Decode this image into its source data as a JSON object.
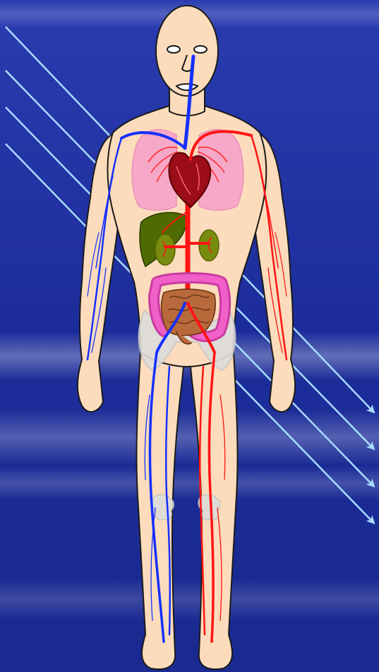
{
  "colors": {
    "background": "#1c2c9a",
    "background_light": "#3a4fc0",
    "skin": "#fcdcbc",
    "outline": "#1a1a1a",
    "vein": "#1530ff",
    "artery": "#ff1414",
    "lung": "#f7a8c8",
    "heart": "#9b0d18",
    "liver": "#4f6a00",
    "kidney": "#7a8c10",
    "colon": "#f060c8",
    "intestine": "#b86a3c",
    "bone": "#dcdcdc",
    "ray": "#a8dcff"
  },
  "figure": {
    "subject": "human-body",
    "organs": [
      "lungs",
      "heart",
      "liver",
      "kidneys",
      "large-intestine",
      "small-intestine",
      "pelvis",
      "knee-joints"
    ],
    "vessels": [
      "veins",
      "arteries"
    ]
  },
  "rays": {
    "count": 4
  }
}
